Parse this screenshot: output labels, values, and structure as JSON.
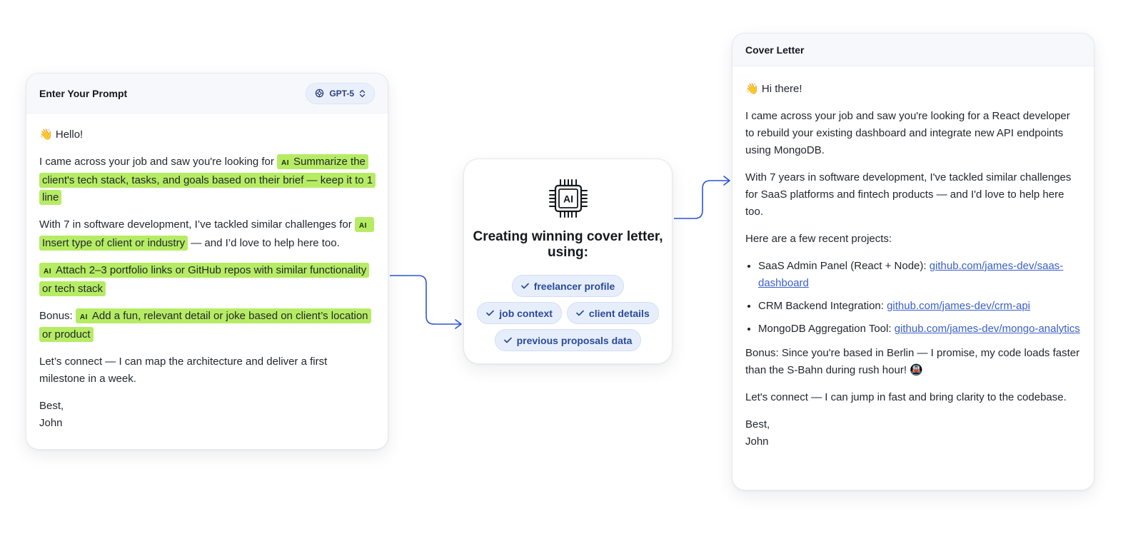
{
  "prompt_card": {
    "title": "Enter Your Prompt",
    "model_selector": {
      "value": "GPT-5",
      "icon": "openai-icon",
      "chevron": "chevron-up-down-icon"
    },
    "greeting_emoji": "👋",
    "greeting": "Hello!",
    "p1_text": "I came across your job and saw you're looking for ",
    "ai_badge": "AI",
    "p1_prompt": "Summarize the client's tech stack, tasks, and goals based on their brief — keep it to 1 line",
    "p2_text": "With 7 in software development, I’ve tackled similar challenges for ",
    "p2_prompt": "Insert type of client or industry",
    "p2_tail": " — and I’d love to help here too.",
    "p3_prompt": "Attach 2–3 portfolio links or GitHub repos with similar functionality or tech stack",
    "p4_text": "Bonus: ",
    "p4_prompt": "Add a fun, relevant detail or joke based on client’s location or product",
    "p5_text": "Let’s connect — I can map the architecture and deliver a first milestone in a week.",
    "sign_off": "Best,",
    "name": "John"
  },
  "middle_card": {
    "icon": "ai-chip-icon",
    "chip_label": "AI",
    "title": "Creating winning cover letter, using:",
    "chips": [
      "freelancer profile",
      "job context",
      "client details",
      "previous proposals data"
    ],
    "chip_icon": "check-icon"
  },
  "letter_card": {
    "title": "Cover Letter",
    "greeting_emoji": "👋",
    "greeting": "Hi there!",
    "p1": "I came across your job and saw you're looking for a React developer to rebuild your existing dashboard and integrate new API endpoints using MongoDB.",
    "p2": "With 7 years in software development, I've tackled similar challenges for SaaS platforms and fintech products — and I'd love to help here too.",
    "p3": "Here are a few recent projects:",
    "projects": [
      {
        "label": "SaaS Admin Panel (React + Node): ",
        "link": "github.com/james-dev/saas-dashboard"
      },
      {
        "label": "CRM Backend Integration: ",
        "link": "github.com/james-dev/crm-api"
      },
      {
        "label": "MongoDB Aggregation Tool: ",
        "link": "github.com/james-dev/mongo-analytics"
      }
    ],
    "p4": "Bonus: Since you're based in Berlin — I promise, my code loads faster than the S-Bahn during rush hour! 🚇",
    "p5": "Let's connect — I can jump in fast and bring clarity to the codebase.",
    "sign_off": "Best,",
    "name": "John"
  },
  "colors": {
    "highlight": "#b6ec64",
    "connector": "#2b55d6",
    "chip_bg": "#e7eefb",
    "chip_text": "#2a4a9a",
    "link": "#3a5fc8"
  }
}
